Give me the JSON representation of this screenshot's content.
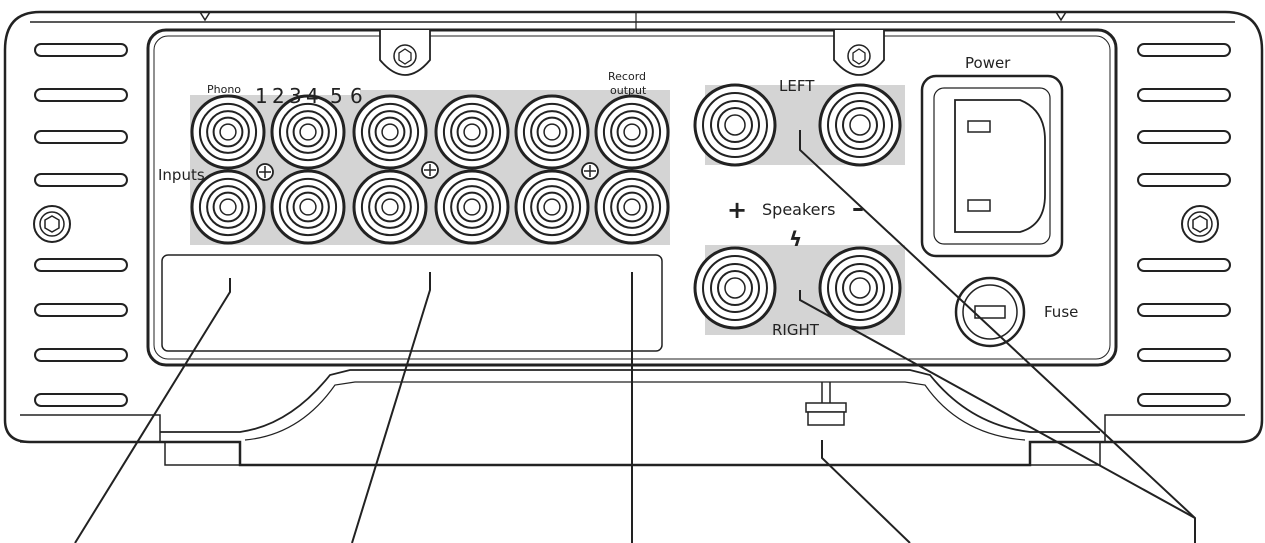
{
  "labels": {
    "phono": "Phono",
    "input_numbers": [
      "1",
      "2",
      "3",
      "4",
      "5",
      "6"
    ],
    "inputs": "Inputs",
    "record_output_line1": "Record",
    "record_output_line2": "output",
    "left": "LEFT",
    "right": "RIGHT",
    "speakers": "Speakers",
    "plus": "+",
    "minus": "–",
    "lightning": "ϟ",
    "power": "Power",
    "fuse": "Fuse"
  },
  "colors": {
    "line": "#222222",
    "panel_shade": "#d4d4d4",
    "panel_bg": "#ffffff"
  },
  "icons": {
    "screw": "hex-screw-icon",
    "ground": "ground-terminal-icon",
    "rca": "rca-socket-icon",
    "binding_post": "speaker-terminal-icon",
    "iec": "iec-power-socket-icon",
    "fuse_holder": "fuse-holder-icon"
  }
}
